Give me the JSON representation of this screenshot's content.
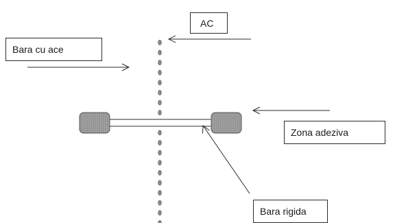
{
  "labels": {
    "ac": "AC",
    "bara_cu_ace": "Bara cu ace",
    "zona_adeziva": "Zona adeziva",
    "bara_rigida": "Bara rigida"
  },
  "colors": {
    "adhesive_fill": "#9a9a9a",
    "line": "#2b2b2b",
    "needle": "#8a8a8a"
  },
  "needles": {
    "count": 19
  }
}
